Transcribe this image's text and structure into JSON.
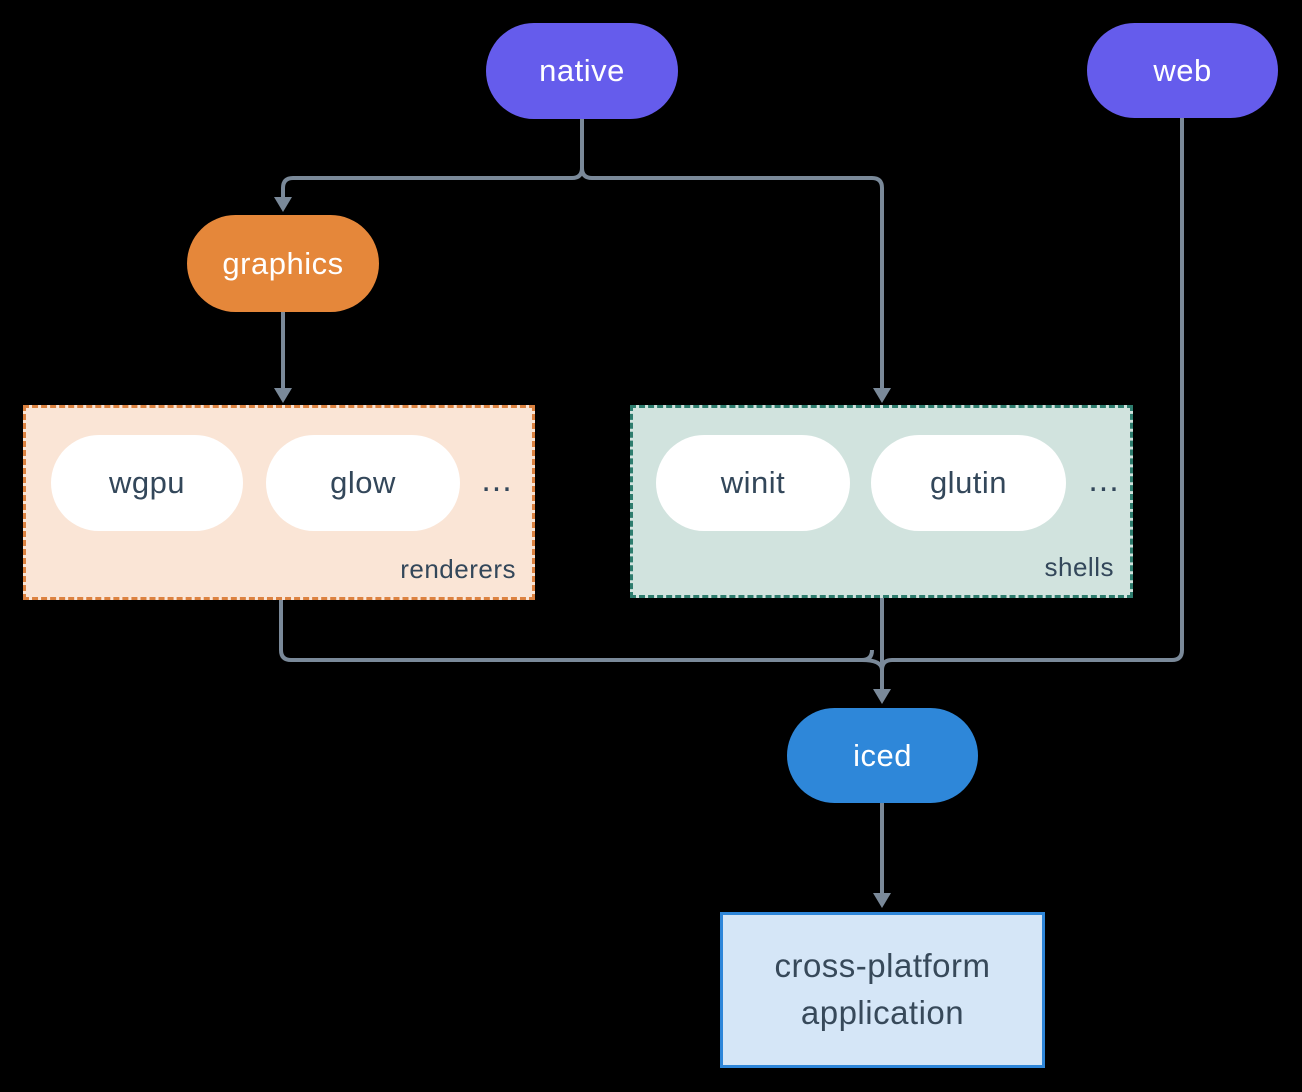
{
  "colors": {
    "background": "#000000",
    "connector_line": "#7A8999",
    "purple_pill": "#655CEC",
    "orange_pill": "#E5873A",
    "blue_pill": "#2E87D9",
    "white_pill_text": "#33475A",
    "renderers_fill": "#FAE5D6",
    "renderers_border": "#DC8240",
    "shells_fill": "#D1E3DE",
    "shells_border": "#2E7D6E",
    "app_fill": "#D5E6F7",
    "app_border": "#2E86D9"
  },
  "nodes": {
    "native": {
      "label": "native"
    },
    "web": {
      "label": "web"
    },
    "graphics": {
      "label": "graphics"
    },
    "iced": {
      "label": "iced"
    },
    "app": {
      "line1": "cross-platform",
      "line2": "application"
    }
  },
  "groups": {
    "renderers": {
      "label": "renderers",
      "ellipsis": "...",
      "items": [
        {
          "label": "wgpu"
        },
        {
          "label": "glow"
        }
      ]
    },
    "shells": {
      "label": "shells",
      "ellipsis": "...",
      "items": [
        {
          "label": "winit"
        },
        {
          "label": "glutin"
        }
      ]
    }
  }
}
